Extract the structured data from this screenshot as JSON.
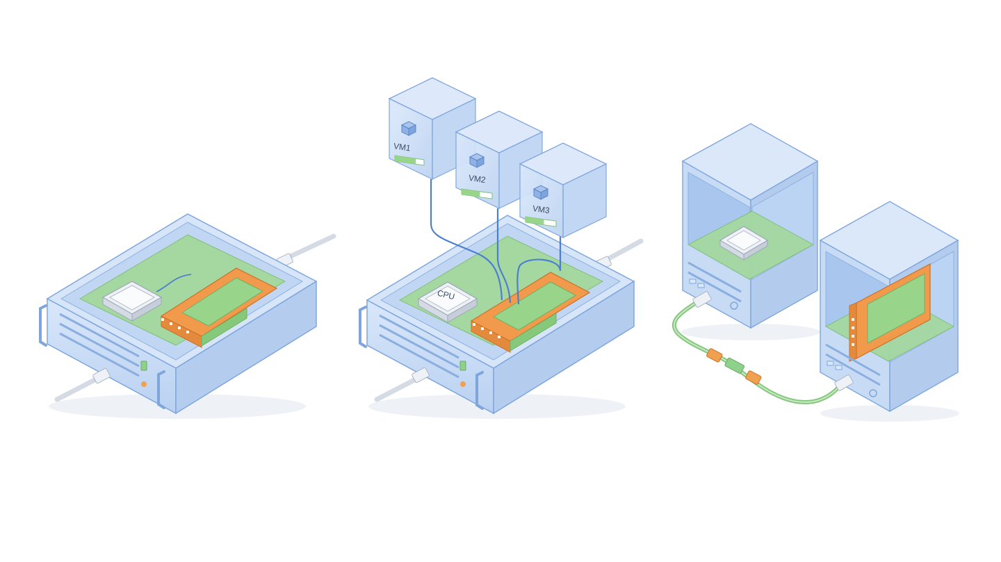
{
  "labels": {
    "cpu": "CPU",
    "vm1": "VM1",
    "vm2": "VM2",
    "vm3": "VM3"
  },
  "vm_usage": {
    "vm1": 0.72,
    "vm2": 0.6,
    "vm3": 0.6
  },
  "colors": {
    "chassis_fill": "#c9ddf6",
    "chassis_stroke": "#7ea6dd",
    "board": "#9fd79f",
    "gpu": "#f19a4c",
    "gpu_inner": "#98d58a",
    "vm_fill": "#cfe1f8",
    "link": "#4c7fd0",
    "cable_white": "#e6ebf1",
    "cable_green": "#9fd59a",
    "connector_orange": "#f0a14f"
  },
  "icons": [
    "server-chassis-icon",
    "cpu-chip-icon",
    "gpu-card-icon",
    "vm-cube-icon",
    "network-cable-icon",
    "tower-server-icon"
  ]
}
